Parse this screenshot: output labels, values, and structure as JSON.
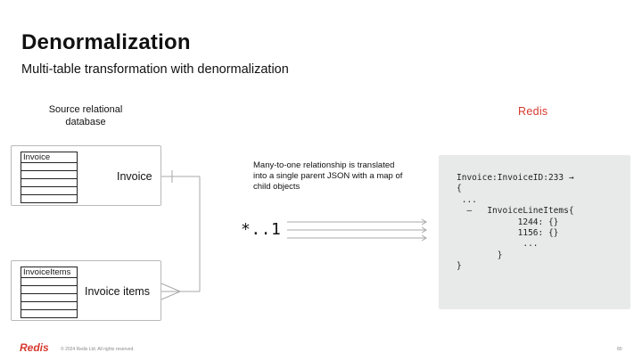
{
  "slide": {
    "title": "Denormalization",
    "subtitle": "Multi-table transformation with denormalization"
  },
  "source": {
    "label": "Source relational database"
  },
  "target": {
    "label": "Redis"
  },
  "tables": [
    {
      "header": "Invoice",
      "label": "Invoice"
    },
    {
      "header": "InvoiceItems",
      "label": "Invoice items"
    }
  ],
  "relationship": {
    "description": "Many-to-one relationship is translated into a single parent JSON with a map of child objects",
    "cardinality": "*..1"
  },
  "code": {
    "lines": [
      "Invoice:InvoiceID:233 →",
      "{",
      " ...",
      "  –   InvoiceLineItems{",
      "            1244: {}",
      "            1156: {}",
      "             ...",
      "        }",
      "}"
    ]
  },
  "footer": {
    "logo": "Redis",
    "copyright": "© 2024 Redis Ltd. All rights reserved.",
    "page": "80"
  },
  "colors": {
    "accent": "#d63a2f",
    "code_bg": "#e8eaea",
    "connector": "#a8a8a8"
  }
}
